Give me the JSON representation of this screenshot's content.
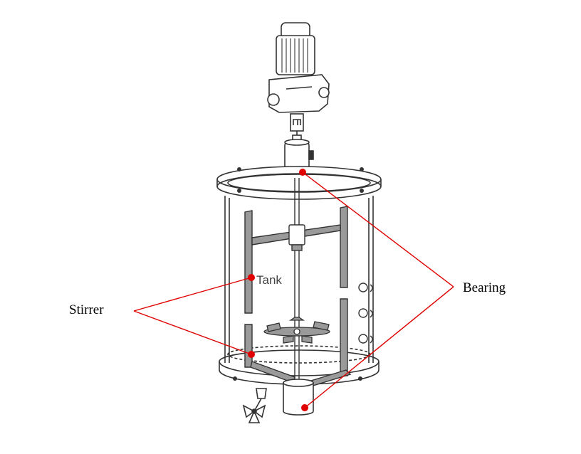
{
  "labels": {
    "stirrer": "Stirrer",
    "bearing": "Bearing",
    "tank": "Tank"
  },
  "colors": {
    "callout": "#e00000",
    "line_art": "#333333",
    "shading": "#9a9a9a",
    "background": "#ffffff"
  },
  "icons": {
    "motor": "motor-icon",
    "valve": "butterfly-valve-icon"
  }
}
